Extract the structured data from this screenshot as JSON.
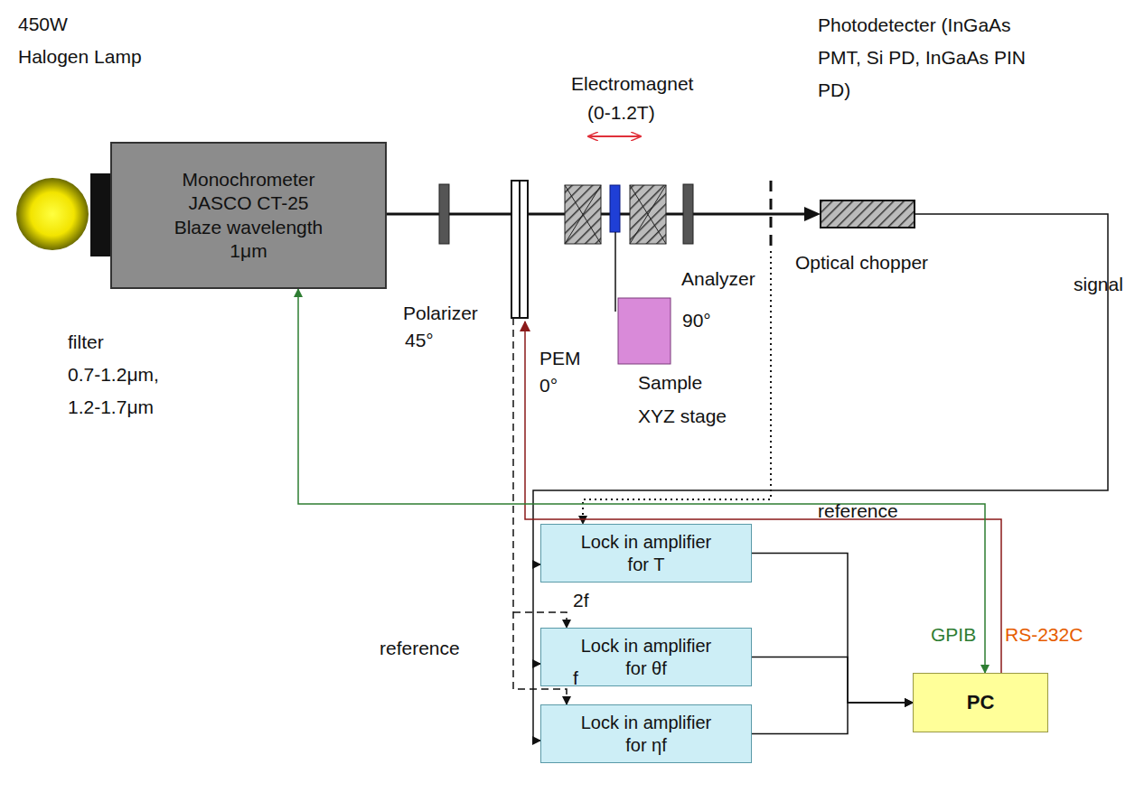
{
  "diagram": {
    "nodes": [
      {
        "text": [
          "Monochrometer JASCO CT-25 Blaze wavelength 1μm"
        ]
      },
      {
        "text": [
          "Lock in amplifier for T"
        ]
      },
      {
        "text": [
          "Lock in amplifier for θf"
        ]
      },
      {
        "text": [
          "Lock in amplifier for ηf"
        ]
      },
      {
        "text": [
          "PC"
        ]
      }
    ],
    "edges": [
      {
        "from": 4,
        "to": 0,
        "arrow": "both"
      },
      {
        "from": 1,
        "to": 4,
        "arrow": "to"
      },
      {
        "from": 2,
        "to": 4,
        "arrow": "to"
      },
      {
        "from": 3,
        "to": 4,
        "arrow": "to"
      }
    ],
    "labels": [
      "450W",
      "Halogen Lamp",
      "filter",
      "0.7-1.2μm,",
      "1.2-1.7μm",
      "Polarizer",
      "45°",
      "PEM",
      "0°",
      "Electromagnet",
      "(0-1.2T)",
      "Analyzer",
      "90°",
      "Sample",
      "XYZ stage",
      "Photodetecter (InGaAs PMT, Si PD, InGaAs PIN PD)",
      "Optical chopper",
      "reference",
      "signal",
      "reference",
      "2f",
      "f",
      "GPIB",
      "RS-232C"
    ]
  }
}
